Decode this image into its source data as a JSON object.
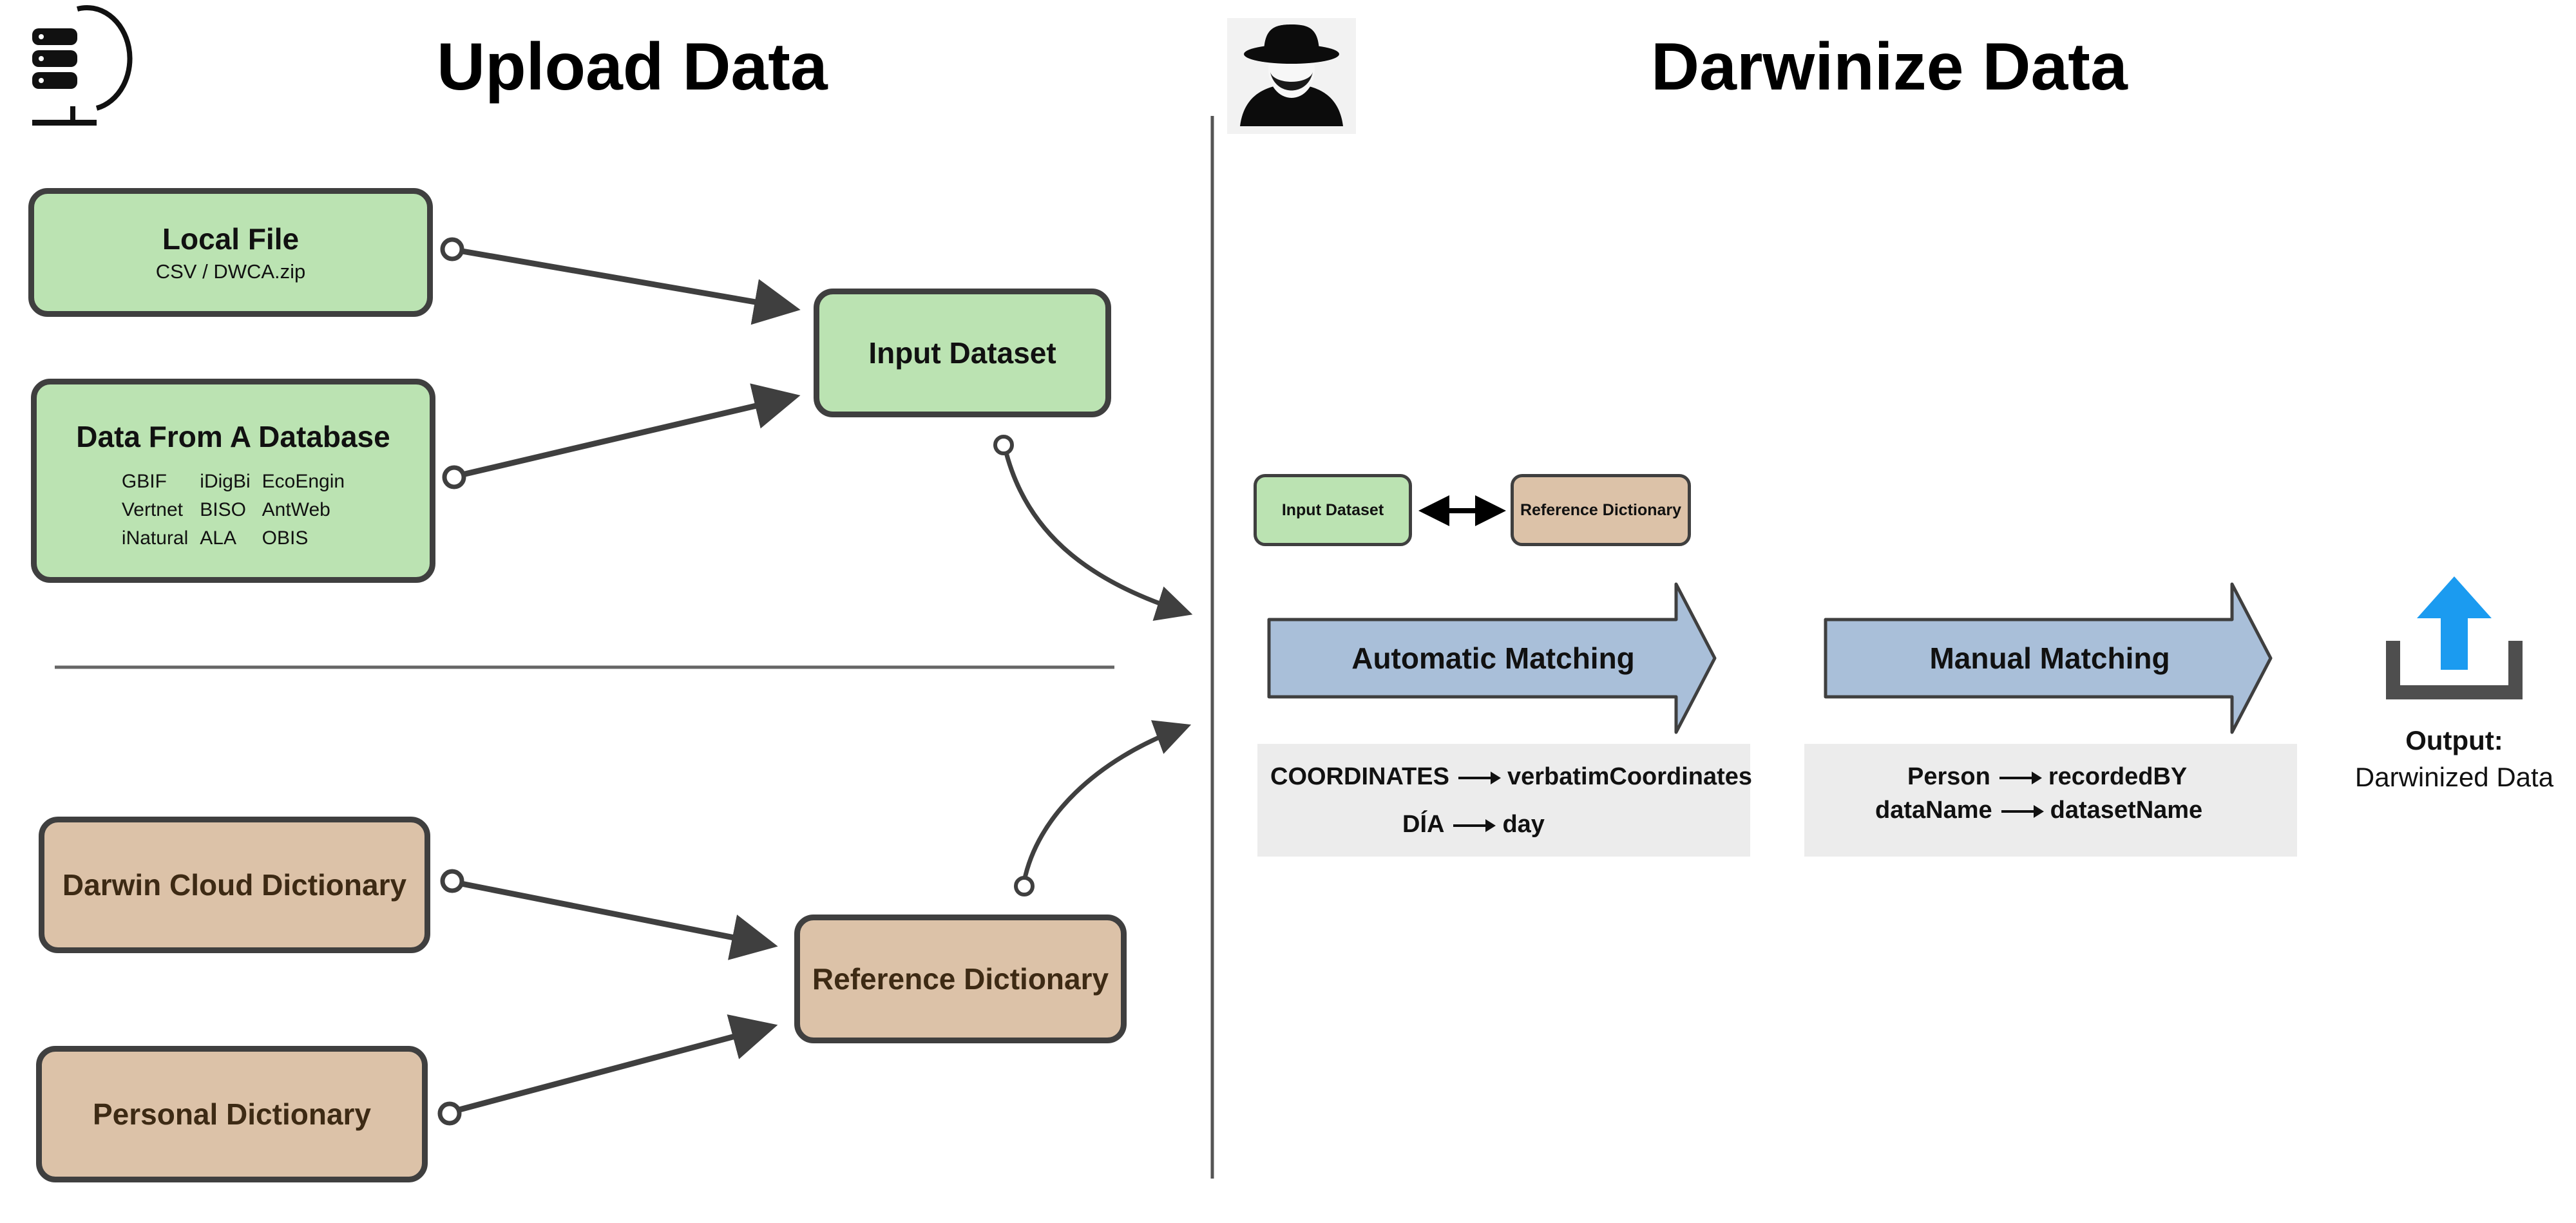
{
  "left_panel": {
    "heading": "Upload Data",
    "icon": "database-globe-icon",
    "sources": {
      "local_file": {
        "title": "Local File",
        "subtitle": "CSV / DWCA.zip"
      },
      "database": {
        "title": "Data From A  Database",
        "providers": [
          "GBIF",
          "iDigBi",
          "EcoEngin",
          "Vertnet",
          "BISO",
          "AntWeb",
          "iNatural",
          "ALA",
          "OBIS"
        ]
      },
      "darwin_cloud": {
        "title": "Darwin Cloud Dictionary"
      },
      "personal": {
        "title": "Personal Dictionary"
      }
    },
    "input_dataset": "Input Dataset",
    "reference_dictionary": "Reference Dictionary"
  },
  "right_panel": {
    "heading": "Darwinize Data",
    "icon": "hat-man-icon",
    "pair": {
      "input": "Input Dataset",
      "reference": "Reference Dictionary"
    },
    "stages": {
      "automatic": {
        "label": "Automatic Matching",
        "mappings": [
          {
            "from": "COORDINATES",
            "to": "verbatimCoordinates"
          },
          {
            "from": "DÍA",
            "to": "day"
          }
        ]
      },
      "manual": {
        "label": "Manual Matching",
        "mappings": [
          {
            "from": "Person",
            "to": "recordedBY"
          },
          {
            "from": "dataName",
            "to": "datasetName"
          }
        ]
      }
    },
    "output": {
      "line1": "Output:",
      "line2": "Darwinized Data",
      "icon": "upload-icon"
    }
  },
  "colors": {
    "source_green": "#bbe3b2",
    "dictionary_tan": "#dcc2a8",
    "stage_blue": "#a9bfd9",
    "panel_gray": "#ececec",
    "upload_blue": "#1b9bf0",
    "outline": "#3f3f3f"
  }
}
